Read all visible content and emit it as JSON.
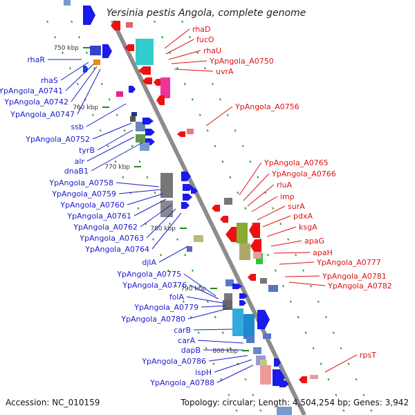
{
  "title": "Yersinia pestis Angola, complete genome",
  "accession": "Accession: NC_010159",
  "topology": "Topology: circular; Length: 4,504,254 bp; Genes: 3,942",
  "colors": {
    "backbone": "#8c8c8c",
    "left_label": "#1a1acc",
    "right_label": "#dd1111",
    "tick_mark": "#1a8a1a",
    "forward_feature": "#1a1aee",
    "reverse_feature": "#ee1111"
  },
  "ticks": [
    "750 kbp",
    "760 kbp",
    "770 kbp",
    "780 kbp",
    "790 kbp",
    "800 kbp"
  ],
  "left_labels": [
    "rhaR",
    "rhaS",
    "YpAngola_A0741",
    "YpAngola_A0742",
    "YpAngola_A0747",
    "ssb",
    "YpAngola_A0752",
    "tyrB",
    "alr",
    "dnaB1",
    "YpAngola_A0758",
    "YpAngola_A0759",
    "YpAngola_A0760",
    "YpAngola_A0761",
    "YpAngola_A0762",
    "YpAngola_A0763",
    "YpAngola_A0764",
    "djlA",
    "YpAngola_A0775",
    "YpAngola_A0776",
    "folA",
    "YpAngola_A0779",
    "YpAngola_A0780",
    "carB",
    "carA",
    "dapB",
    "YpAngola_A0786",
    "ispH",
    "YpAngola_A0788"
  ],
  "right_labels": [
    "rhaD",
    "fucO",
    "rhaU",
    "YpAngola_A0750",
    "uvrA",
    "YpAngola_A0756",
    "YpAngola_A0765",
    "YpAngola_A0766",
    "rluA",
    "imp",
    "surA",
    "pdxA",
    "ksgA",
    "apaG",
    "apaH",
    "YpAngola_A0777",
    "YpAngola_A0781",
    "YpAngola_A0782",
    "rpsT"
  ]
}
